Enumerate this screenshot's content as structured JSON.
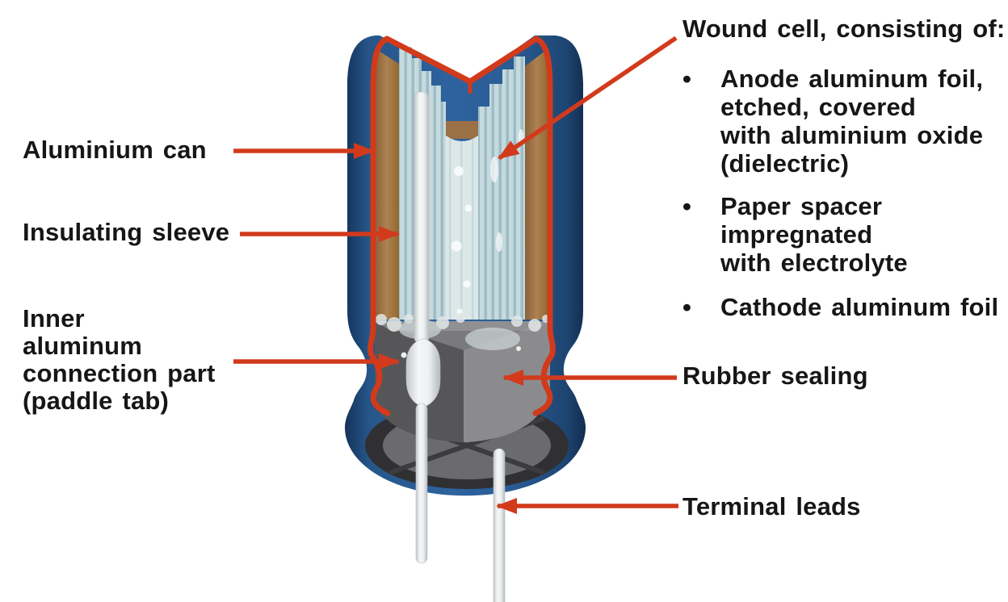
{
  "colors": {
    "background": "#ffffff",
    "label_text": "#161616",
    "leader_arrow_red": "#d23a1c",
    "cut_edge_red": "#d23a1c",
    "can_sleeve_blue": "#2e639f",
    "can_sleeve_blue_dark": "#14335a",
    "can_wall_tan": "#a5794c",
    "foil_light_blue": "#c6dade",
    "foil_stripe_blue": "#9cbcc6",
    "paper_core": "#dce8e8",
    "rubber_gray": "#7a7a7c",
    "lead_silver": "#eef1f2"
  },
  "labels": {
    "left": [
      {
        "id": "aluminium-can",
        "text": "Aluminium can"
      },
      {
        "id": "insulating-sleeve",
        "text": "Insulating sleeve"
      },
      {
        "id": "inner-connection",
        "text": "Inner\naluminum\nconnection part\n(paddle tab)"
      }
    ],
    "right": {
      "wound_cell_heading": "Wound cell, consisting of:",
      "bullets": [
        {
          "marker": "•",
          "text": "Anode aluminum foil,\netched, covered\nwith aluminium oxide\n(dielectric)"
        },
        {
          "marker": "•",
          "text": "Paper spacer\nimpregnated\nwith electrolyte"
        },
        {
          "marker": "•",
          "text": "Cathode aluminum foil"
        }
      ],
      "rubber_sealing": "Rubber sealing",
      "terminal_leads": "Terminal leads"
    }
  }
}
